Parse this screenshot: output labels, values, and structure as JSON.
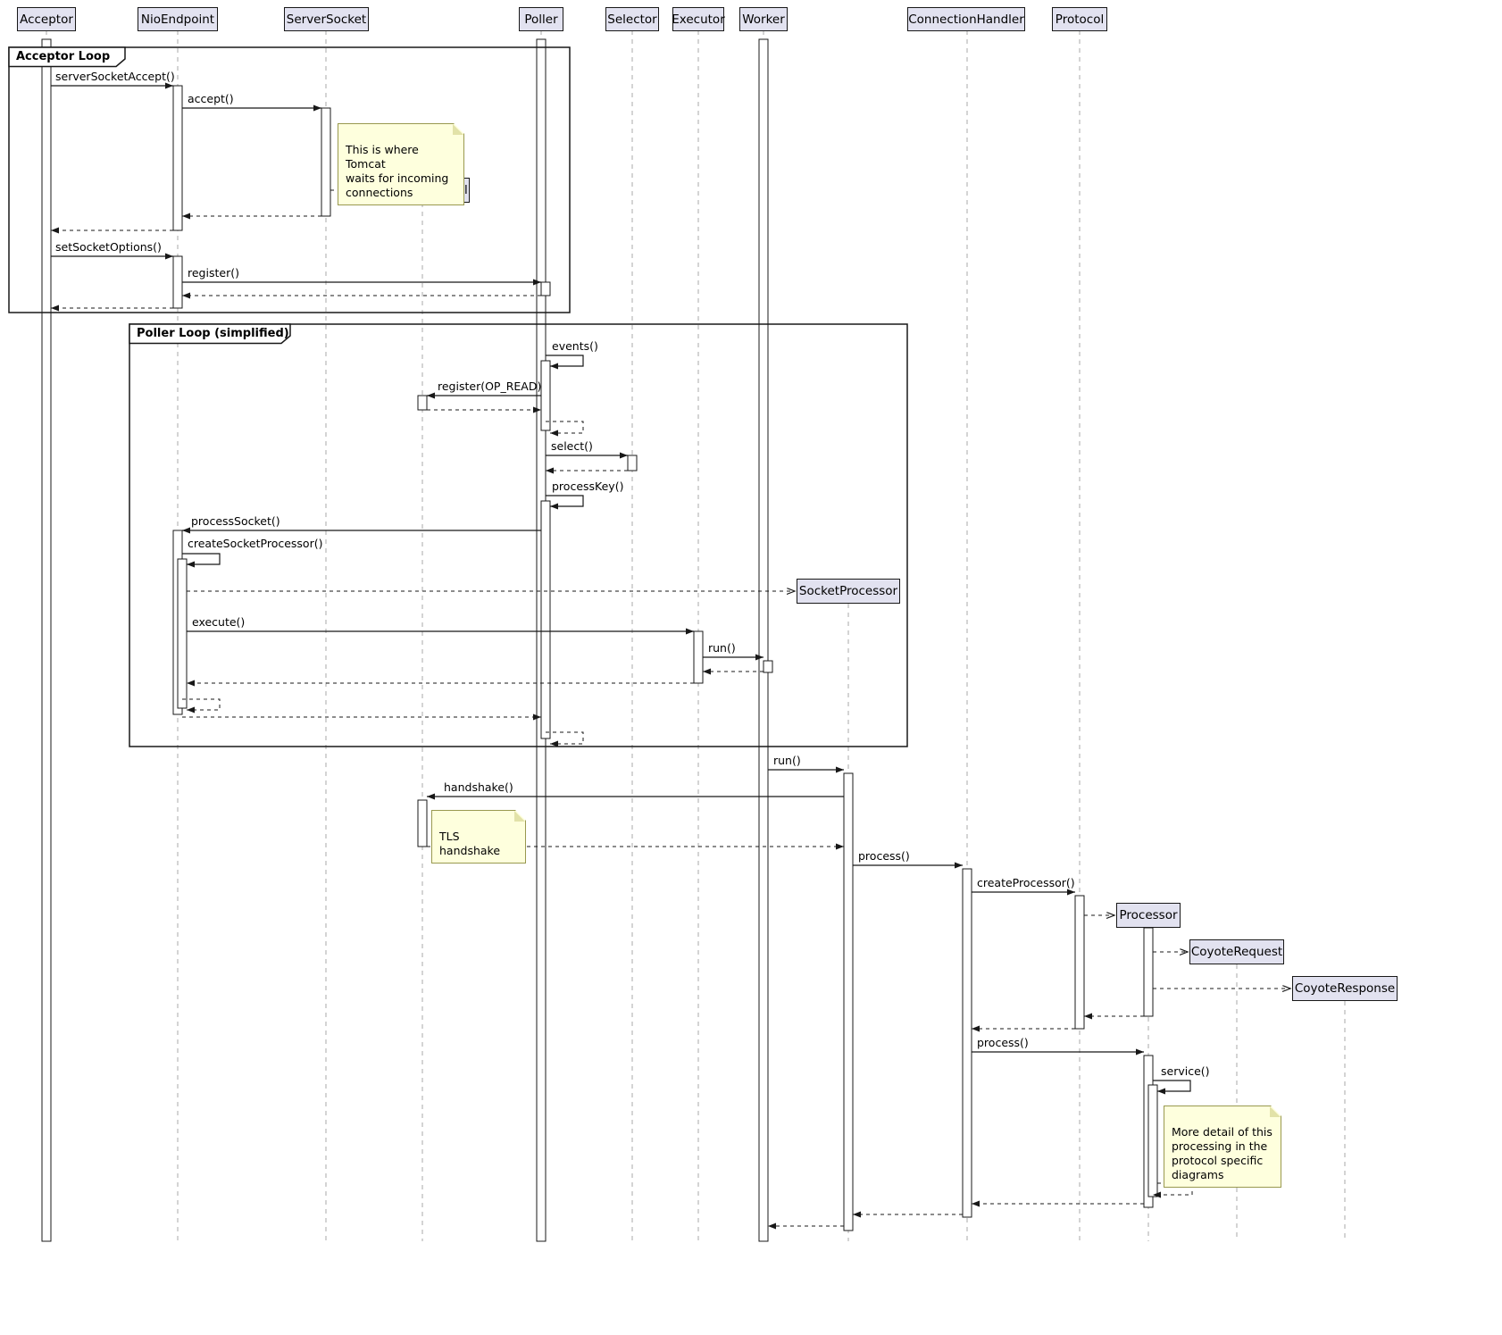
{
  "diagram": {
    "participants": [
      {
        "label": "Acceptor"
      },
      {
        "label": "NioEndpoint"
      },
      {
        "label": "ServerSocket"
      },
      {
        "label": "Poller"
      },
      {
        "label": "Selector"
      },
      {
        "label": "Executor"
      },
      {
        "label": "Worker"
      },
      {
        "label": "ConnectionHandler"
      },
      {
        "label": "Protocol"
      }
    ],
    "created": [
      {
        "label": "SocketChannel"
      },
      {
        "label": "SocketProcessor"
      },
      {
        "label": "Processor"
      },
      {
        "label": "CoyoteRequest"
      },
      {
        "label": "CoyoteResponse"
      }
    ],
    "frames": [
      {
        "label": "Acceptor Loop"
      },
      {
        "label": "Poller Loop (simplified)"
      }
    ],
    "messages": [
      {
        "label": "serverSocketAccept()"
      },
      {
        "label": "accept()"
      },
      {
        "label": "setSocketOptions()"
      },
      {
        "label": "register()"
      },
      {
        "label": "events()"
      },
      {
        "label": "register(OP_READ)"
      },
      {
        "label": "select()"
      },
      {
        "label": "processKey()"
      },
      {
        "label": "processSocket()"
      },
      {
        "label": "createSocketProcessor()"
      },
      {
        "label": "execute()"
      },
      {
        "label": "run()"
      },
      {
        "label": "run()"
      },
      {
        "label": "handshake()"
      },
      {
        "label": "process()"
      },
      {
        "label": "createProcessor()"
      },
      {
        "label": "process()"
      },
      {
        "label": "service()"
      }
    ],
    "notes": [
      {
        "text": "This is where Tomcat\nwaits for incoming\nconnections"
      },
      {
        "text": "TLS handshake"
      },
      {
        "text": "More detail of this\nprocessing in the\nprotocol specific\ndiagrams"
      }
    ],
    "colors": {
      "participant_fill": "#E2E2F0",
      "participant_border": "#181818",
      "note_fill": "#FEFFDD",
      "note_border": "#99994f",
      "lifeline": "#A8A8A8",
      "arrow": "#181818"
    }
  }
}
